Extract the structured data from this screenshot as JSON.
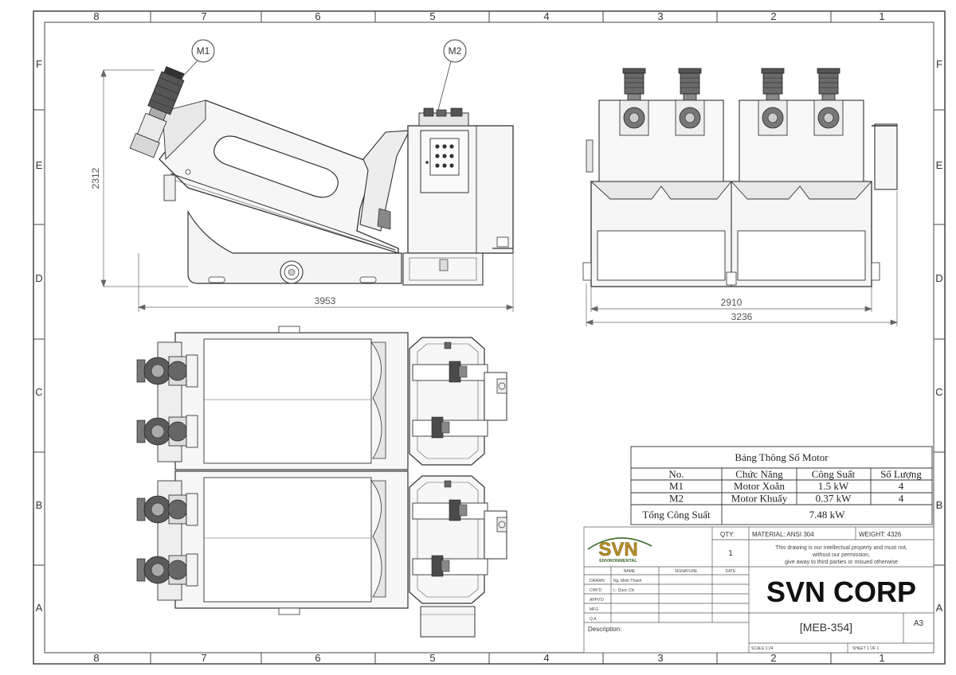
{
  "border": {
    "columns": [
      "8",
      "7",
      "6",
      "5",
      "4",
      "3",
      "2",
      "1"
    ],
    "rows": [
      "F",
      "E",
      "D",
      "C",
      "B",
      "A"
    ]
  },
  "callouts": {
    "m1": "M1",
    "m2": "M2"
  },
  "dimensions": {
    "side_height": "2312",
    "side_length": "3953",
    "front_inner_width": "2910",
    "front_overall_width": "3236"
  },
  "panel_buttons": 9,
  "motor_table": {
    "title": "Bảng Thông Số Motor",
    "headers": [
      "No.",
      "Chức Năng",
      "Công Suất",
      "Số Lượng"
    ],
    "rows": [
      [
        "M1",
        "Motor Xoắn",
        "1.5 kW",
        "4"
      ],
      [
        "M2",
        "Motor Khuấy",
        "0.37 kW",
        "4"
      ]
    ],
    "total_label": "Tổng Công Suất",
    "total_value": "7.48 kW"
  },
  "title_block": {
    "logo_text": "SVN",
    "logo_sub": "ENVIRONMENTAL",
    "col_name": "NAME",
    "col_signature": "SIGNATURE",
    "col_date": "DATE",
    "roles": [
      "DRAWN",
      "CHK'D",
      "APPV'D",
      "MFG",
      "Q.A"
    ],
    "names": [
      "Ng. Minh Thanh",
      "L. Quoc Chi",
      "",
      "",
      ""
    ],
    "description_label": "Description:",
    "qty_label": "QTY:",
    "qty_value": "1",
    "material": "MATERIAL: ANSI 304",
    "weight": "WEIGHT: 4326",
    "notice_1": "This drawing is our intellectual property and must not,",
    "notice_2": "without our permission,",
    "notice_3": "give away to third parties or misued otherwise",
    "company": "SVN CORP",
    "drawing_no": "[MEB-354]",
    "size": "A3",
    "scale": "SCALE:1:24",
    "sheet": "SHEET 1 OF 1"
  },
  "colors": {
    "line": "#333333",
    "dim_line": "#555555",
    "fill": "#f4f4f4",
    "motor_dark": "#4a4a4a",
    "logo_gold": "#b8902a",
    "logo_green": "#3a6a2a"
  }
}
